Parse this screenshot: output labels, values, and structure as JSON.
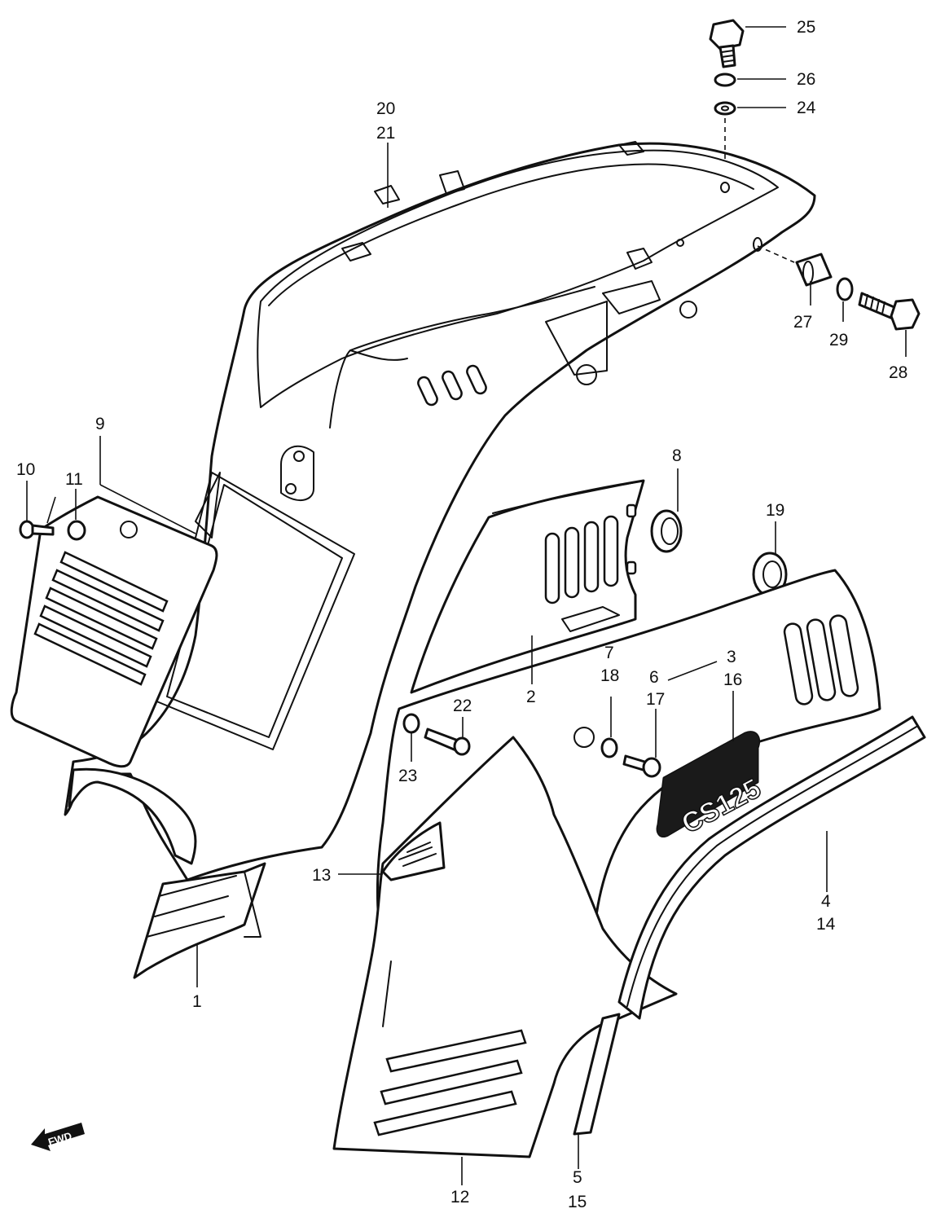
{
  "diagram": {
    "badge_text": "CS125",
    "fwd_label": "FWD",
    "callouts": [
      {
        "id": "c25",
        "text": "25"
      },
      {
        "id": "c26",
        "text": "26"
      },
      {
        "id": "c24",
        "text": "24"
      },
      {
        "id": "c20",
        "text": "20"
      },
      {
        "id": "c21",
        "text": "21"
      },
      {
        "id": "c27",
        "text": "27"
      },
      {
        "id": "c29",
        "text": "29"
      },
      {
        "id": "c28",
        "text": "28"
      },
      {
        "id": "c9",
        "text": "9"
      },
      {
        "id": "c10",
        "text": "10"
      },
      {
        "id": "c11",
        "text": "11"
      },
      {
        "id": "c8",
        "text": "8"
      },
      {
        "id": "c19",
        "text": "19"
      },
      {
        "id": "c2",
        "text": "2"
      },
      {
        "id": "c7",
        "text": "7"
      },
      {
        "id": "c18",
        "text": "18"
      },
      {
        "id": "c6",
        "text": "6"
      },
      {
        "id": "c17",
        "text": "17"
      },
      {
        "id": "c3",
        "text": "3"
      },
      {
        "id": "c16",
        "text": "16"
      },
      {
        "id": "c22",
        "text": "22"
      },
      {
        "id": "c23",
        "text": "23"
      },
      {
        "id": "c13",
        "text": "13"
      },
      {
        "id": "c4",
        "text": "4"
      },
      {
        "id": "c14",
        "text": "14"
      },
      {
        "id": "c1",
        "text": "1"
      },
      {
        "id": "c12",
        "text": "12"
      },
      {
        "id": "c5",
        "text": "5"
      },
      {
        "id": "c15",
        "text": "15"
      }
    ]
  }
}
